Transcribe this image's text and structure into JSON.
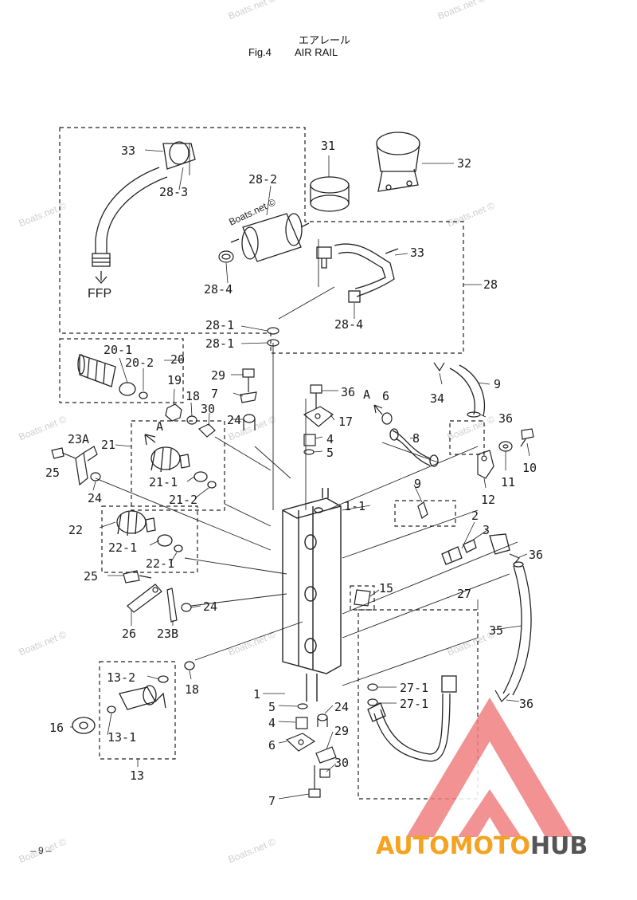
{
  "header": {
    "title_jp": "エアレール",
    "fig": "Fig.4",
    "title_en": "AIR RAIL"
  },
  "page_number": "– 9 –",
  "watermark": "Boats.net ©",
  "brand": {
    "part1": "AUTOMOTO",
    "part2": "HUB",
    "color1": "#f4a21f",
    "color2": "#555555",
    "logo_color": "#f08080"
  },
  "fuel_line_label": "FFP",
  "arrow_a_label": "A",
  "callouts": [
    "33",
    "28-3",
    "28-2",
    "28-4",
    "31",
    "32",
    "33",
    "28",
    "28-4",
    "28-1",
    "28-1",
    "20-1",
    "20-2",
    "20",
    "19",
    "18",
    "30",
    "29",
    "7",
    "36",
    "34",
    "9",
    "6",
    "17",
    "24",
    "4",
    "5",
    "36",
    "8",
    "23A",
    "21",
    "25",
    "24",
    "21-1",
    "21-2",
    "9",
    "10",
    "11",
    "12",
    "1-1",
    "2",
    "3",
    "22",
    "22-1",
    "22-1",
    "36",
    "25",
    "15",
    "27",
    "24",
    "26",
    "23B",
    "35",
    "13-2",
    "18",
    "1",
    "27-1",
    "27-1",
    "36",
    "5",
    "24",
    "16",
    "13-1",
    "4",
    "29",
    "6",
    "13",
    "30",
    "7"
  ]
}
